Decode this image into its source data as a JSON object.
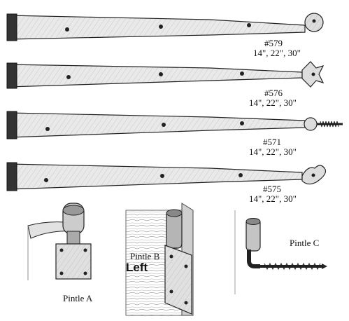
{
  "hinges": [
    {
      "part_number": "#579",
      "sizes": "14\", 22\", 30\"",
      "finial": "round"
    },
    {
      "part_number": "#576",
      "sizes": "14\", 22\", 30\"",
      "finial": "spade"
    },
    {
      "part_number": "#571",
      "sizes": "14\", 22\", 30\"",
      "finial": "ball"
    },
    {
      "part_number": "#575",
      "sizes": "14\", 22\", 30\"",
      "finial": "heart"
    }
  ],
  "pintles": [
    {
      "name": "Pintle A"
    },
    {
      "name": "Pintle B",
      "sublabel": "Left"
    },
    {
      "name": "Pintle C"
    }
  ]
}
